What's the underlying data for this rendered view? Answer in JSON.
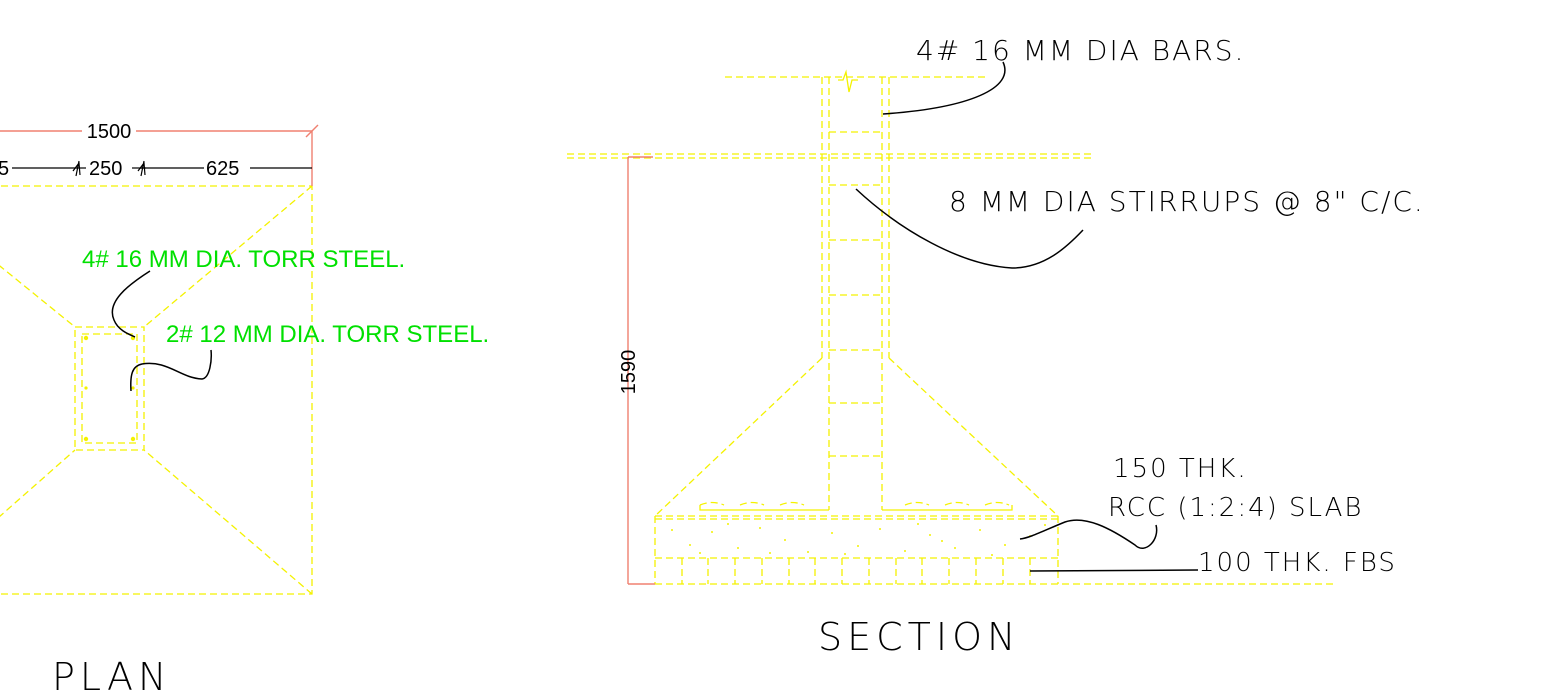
{
  "plan": {
    "title": "PLAN",
    "dim_total": "1500",
    "dim_left": "5",
    "dim_mid": "250",
    "dim_right": "625",
    "main_bars_label": "4# 16 MM DIA. TORR STEEL.",
    "extra_bars_label": "2# 12 MM DIA. TORR STEEL."
  },
  "section": {
    "title": "SECTION",
    "bars_label": "4# 16 MM DIA BARS.",
    "stirrups_label": "8 MM DIA STIRRUPS @ 8\" C/C.",
    "height_dim": "1590",
    "slab_label_line1": "150 THK.",
    "slab_label_line2": "RCC (1:2:4) SLAB",
    "fbs_label": "100 THK. FBS"
  },
  "colors": {
    "concrete_lines": "#f4f200",
    "dimension_lines": "#f08070",
    "plan_annotations": "#00e000",
    "text": "#000000"
  }
}
